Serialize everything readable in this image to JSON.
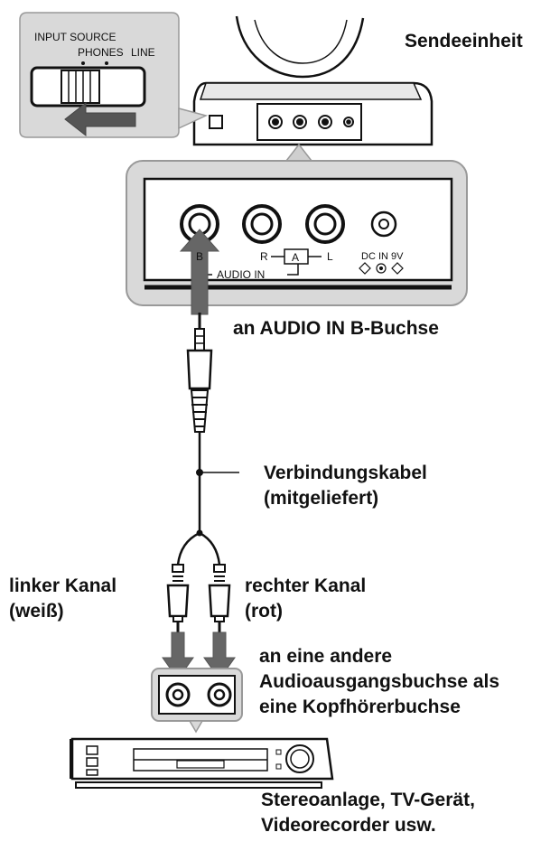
{
  "labels": {
    "transmitter": "Sendeeinheit",
    "input_source": "INPUT SOURCE",
    "phones": "PHONES",
    "line": "LINE",
    "jack_b": "B",
    "jack_a": "A",
    "jack_r": "R",
    "jack_l": "L",
    "audio_in": "AUDIO IN",
    "dc_in": "DC IN 9V",
    "to_audio_in_b": "an AUDIO IN B-Buchse",
    "cable_line1": "Verbindungskabel",
    "cable_line2": "(mitgeliefert)",
    "left_channel_line1": "linker Kanal",
    "left_channel_line2": "(weiß)",
    "right_channel_line1": "rechter Kanal",
    "right_channel_line2": "(rot)",
    "output_line1": "an eine andere",
    "output_line2": "Audioausgangsbuchse als",
    "output_line3": "eine Kopfhörerbuchse",
    "device_line1": "Stereoanlage, TV-Gerät,",
    "device_line2": "Videorecorder usw."
  }
}
